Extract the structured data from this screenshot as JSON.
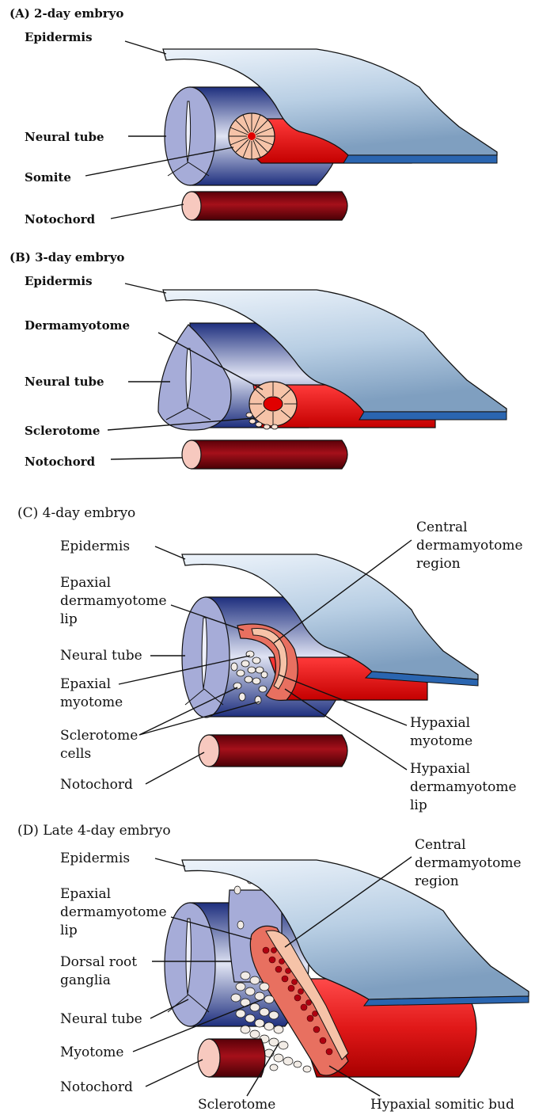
{
  "panels": [
    {
      "title": "(A)  2-day embryo",
      "labels": {
        "epidermis": "Epidermis",
        "neural_tube": "Neural tube",
        "somite": "Somite",
        "notochord": "Notochord"
      }
    },
    {
      "title": "(B)  3-day embryo",
      "labels": {
        "epidermis": "Epidermis",
        "dermamyotome": "Dermamyotome",
        "neural_tube": "Neural tube",
        "sclerotome": "Sclerotome",
        "notochord": "Notochord"
      }
    },
    {
      "title": "(C)  4-day embryo",
      "labels": {
        "epidermis": "Epidermis",
        "epaxial_lip_1": "Epaxial",
        "epaxial_lip_2": "dermamyotome",
        "epaxial_lip_3": "lip",
        "neural_tube": "Neural tube",
        "epaxial_myo_1": "Epaxial",
        "epaxial_myo_2": "myotome",
        "sclero_cells_1": "Sclerotome",
        "sclero_cells_2": "cells",
        "notochord": "Notochord",
        "central_1": "Central",
        "central_2": "dermamyotome",
        "central_3": "region",
        "hypaxial_myo_1": "Hypaxial",
        "hypaxial_myo_2": "myotome",
        "hypaxial_lip_1": "Hypaxial",
        "hypaxial_lip_2": "dermamyotome",
        "hypaxial_lip_3": "lip"
      }
    },
    {
      "title": "(D)  Late 4-day embryo",
      "labels": {
        "epidermis": "Epidermis",
        "epaxial_lip_1": "Epaxial",
        "epaxial_lip_2": "dermamyotome",
        "epaxial_lip_3": "lip",
        "drg_1": "Dorsal root",
        "drg_2": "ganglia",
        "neural_tube": "Neural tube",
        "myotome": "Myotome",
        "notochord": "Notochord",
        "sclerotome": "Sclerotome",
        "central_1": "Central",
        "central_2": "dermamyotome",
        "central_3": "region",
        "hypaxial_bud": "Hypaxial somitic bud"
      }
    }
  ]
}
